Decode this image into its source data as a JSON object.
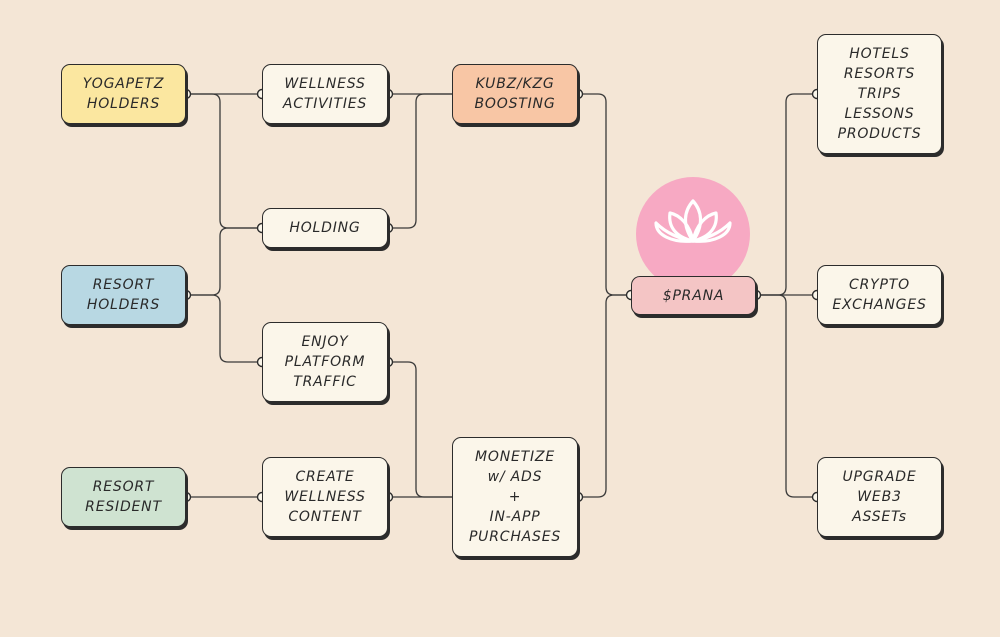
{
  "colors": {
    "background": "#f4e6d6",
    "yellow": "#fbe7a0",
    "blue": "#b8d8e3",
    "green": "#cfe3d1",
    "orange": "#f8c6a5",
    "pink": "#f4c5c5",
    "cream": "#fbf6ea",
    "lotus": "#f7a9c3"
  },
  "nodes": {
    "yogapetz_holders": "YOGAPETZ\nHOLDERS",
    "resort_holders": "RESORT\nHOLDERS",
    "resort_resident": "RESORT\nRESIDENT",
    "wellness_activities": "WELLNESS\nACTIVITIES",
    "holding": "HOLDING",
    "enjoy_platform_traffic": "ENJOY\nPLATFORM\nTRAFFIC",
    "create_wellness_content": "CREATE\nWELLNESS\nCONTENT",
    "kubz_boosting": "KUBZ/KZG\nBOOSTING",
    "monetize": "MONETIZE\nw/ ADS\n+\nIN-APP\nPURCHASES",
    "prana": "$PRANA",
    "hotels": "HOTELS\nRESORTS\nTRIPS\nLESSONS\nPRODUCTS",
    "crypto_exchanges": "CRYPTO\nEXCHANGES",
    "upgrade_web3": "UPGRADE\nWEB3\nASSETs"
  },
  "icons": {
    "center": "lotus-icon"
  }
}
